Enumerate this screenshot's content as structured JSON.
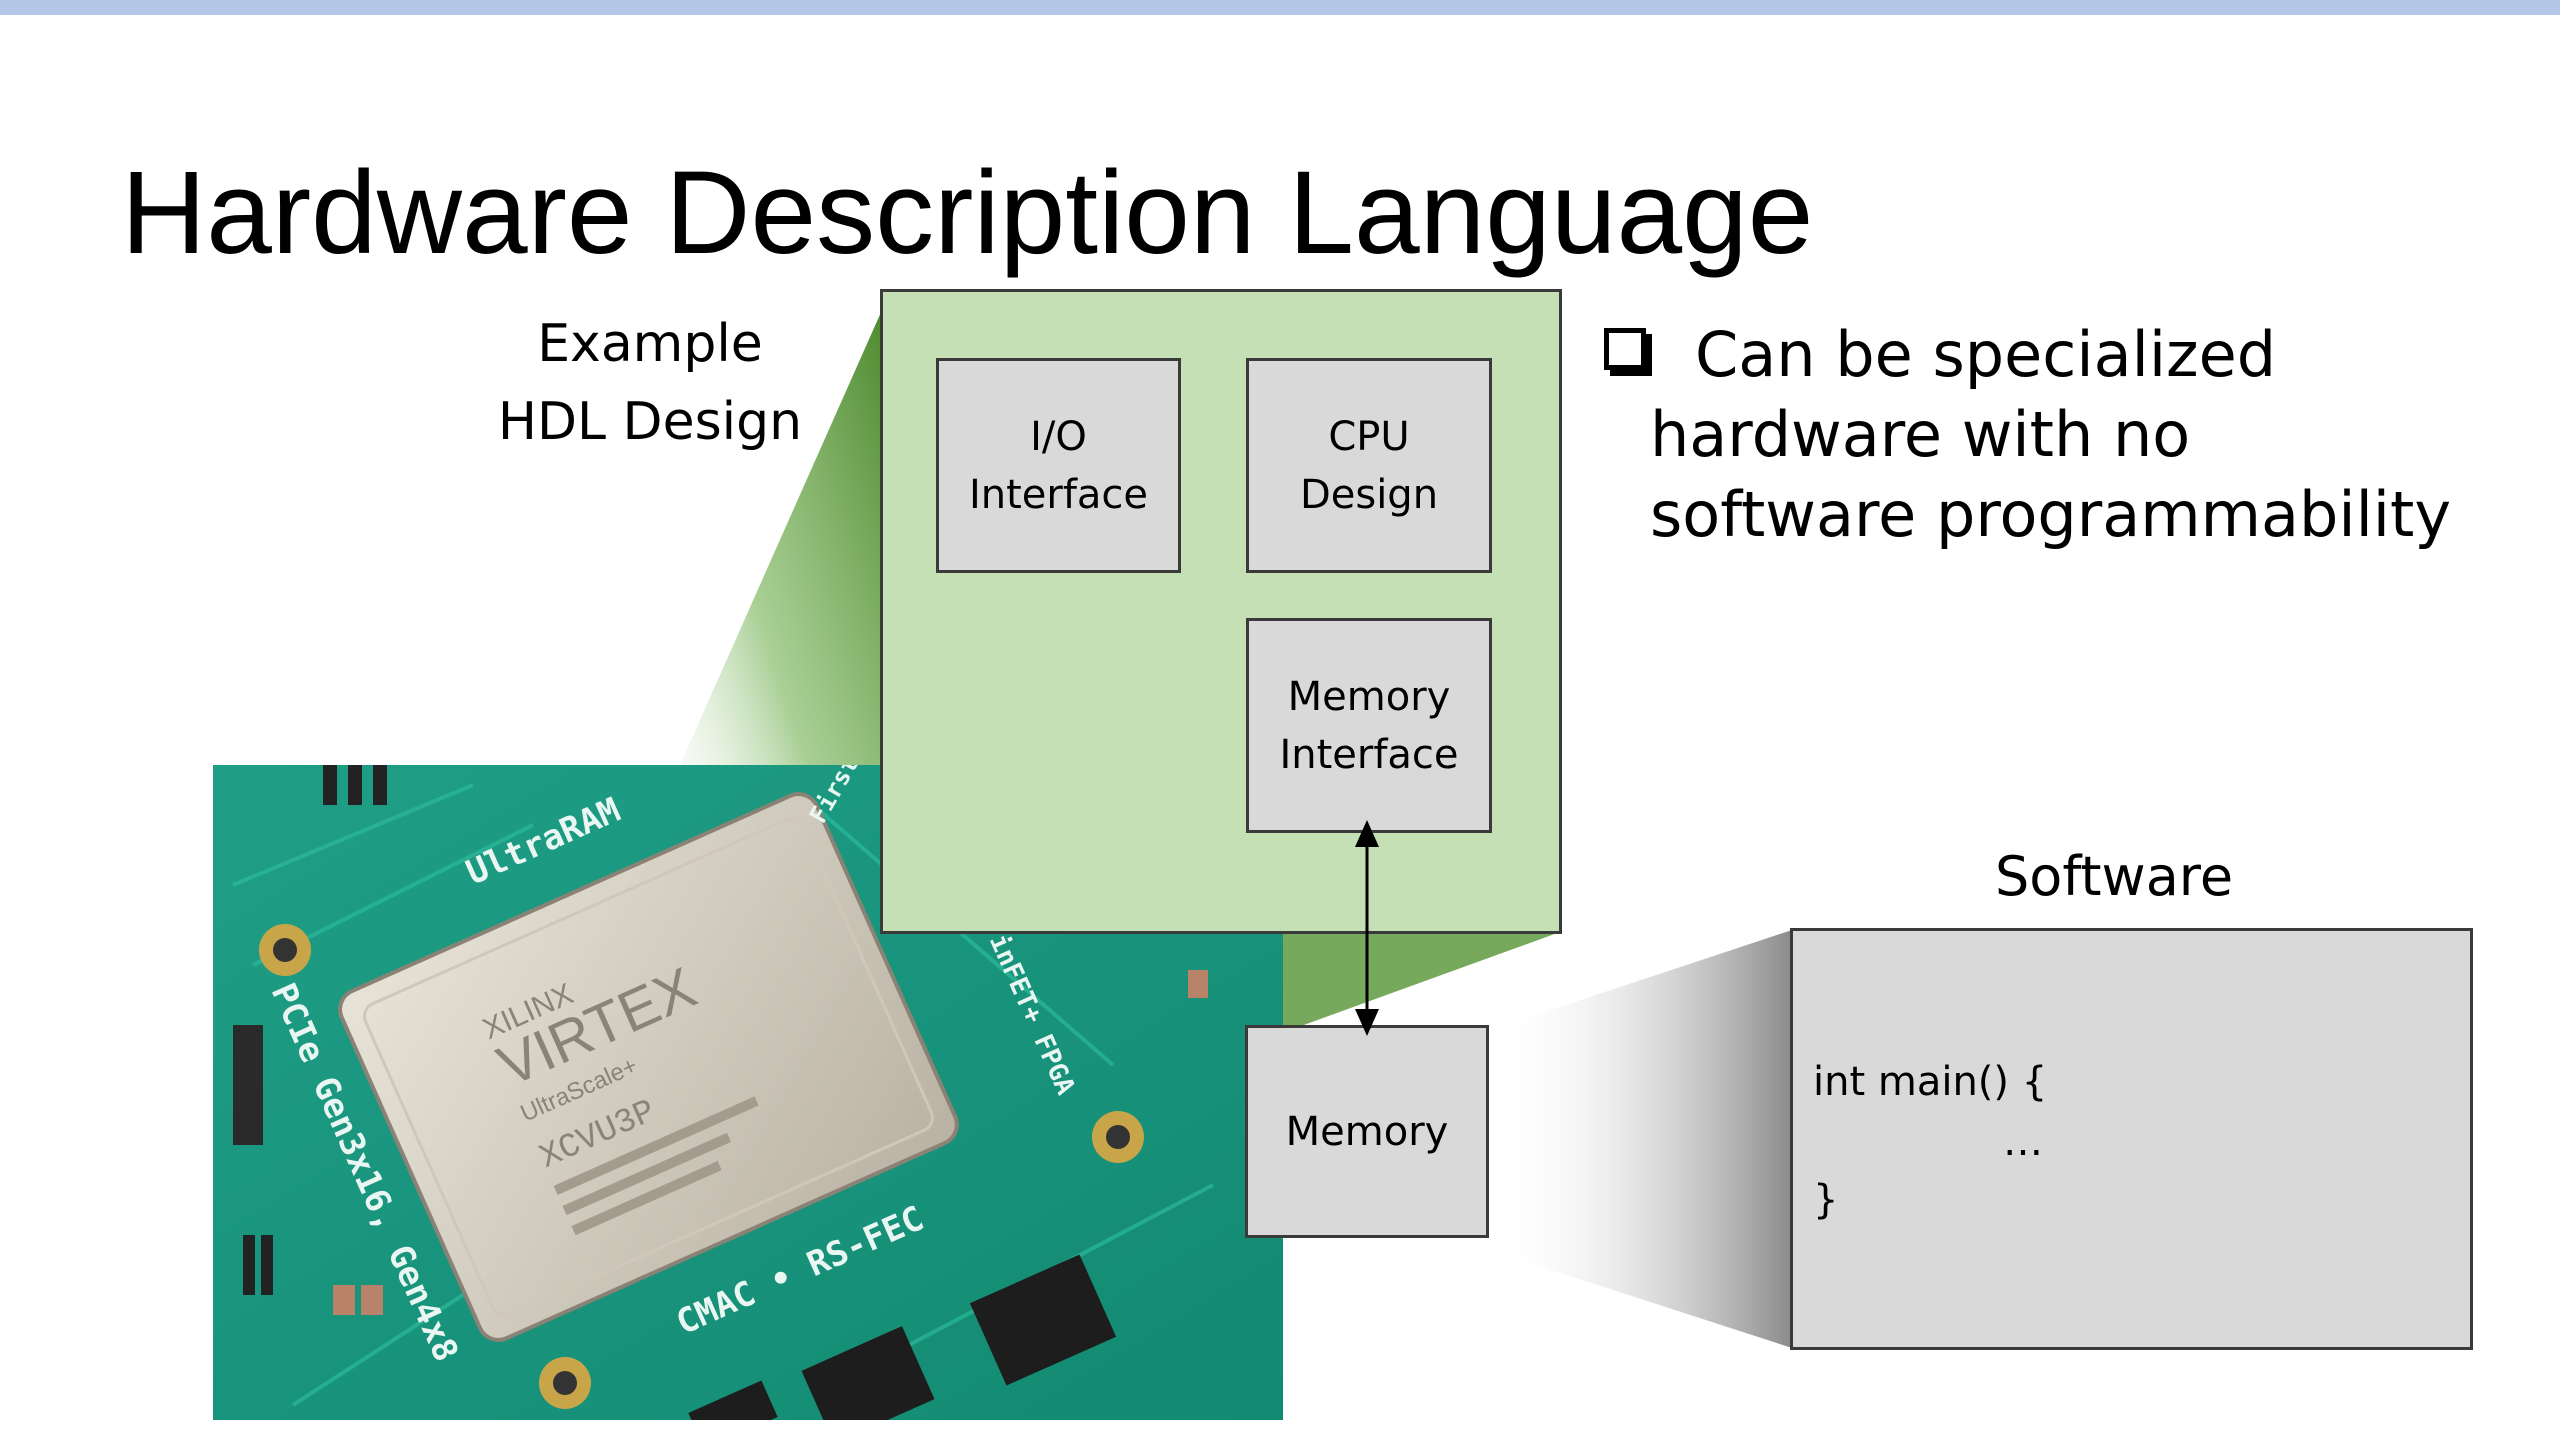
{
  "slide": {
    "title": "Hardware Description Language"
  },
  "diagram": {
    "example_label_line1": "Example",
    "example_label_line2": "HDL Design",
    "blocks": {
      "io_interface": [
        "I/O",
        "Interface"
      ],
      "cpu_design": [
        "CPU",
        "Design"
      ],
      "memory_interface": [
        "Memory",
        "Interface"
      ],
      "memory": "Memory"
    },
    "software_label": "Software",
    "software_code": [
      "int main() {",
      "…",
      "}"
    ]
  },
  "bullet": {
    "lines": [
      "Can be specialized",
      "hardware with no",
      "software programmability"
    ]
  },
  "board_photo": {
    "labels": [
      "UltraRAM",
      "XILINX",
      "VIRTEX",
      "UltraScale+",
      "XCVU3P",
      "PCIe Gen3x16, Gen4x8",
      "CMAC • RS-FEC",
      "FinFET+ FPGA",
      "First"
    ]
  },
  "colors": {
    "top_bar": "#b4c7e7",
    "hdl_box_fill": "#c5e0b4",
    "block_fill": "#d9d9d9",
    "board_green": "#1aa58a"
  }
}
